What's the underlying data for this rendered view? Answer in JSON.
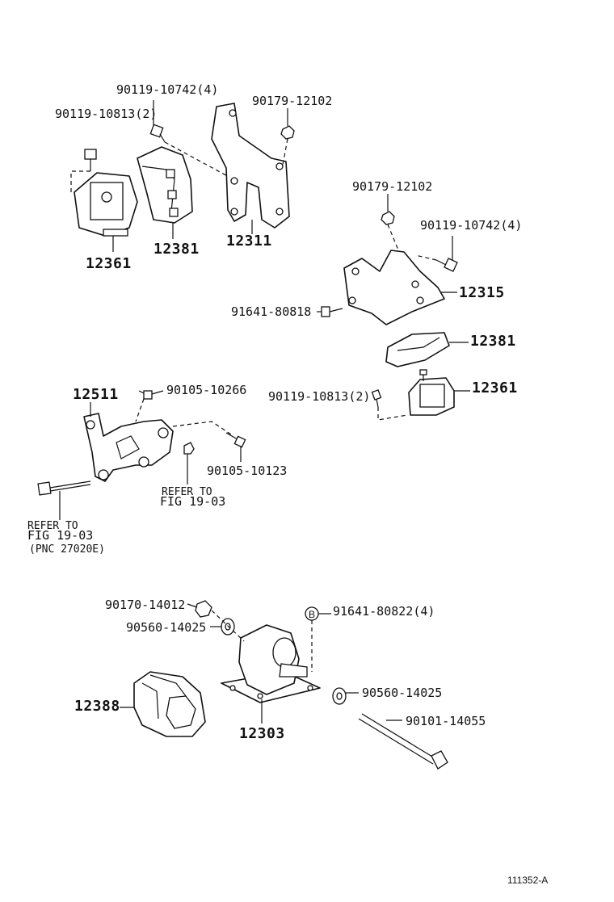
{
  "labels": {
    "l1": "90119-10742(4)",
    "l2": "90179-12102",
    "l3": "90119-10813(2)",
    "l4": "12361",
    "l5": "12381",
    "l6": "12311",
    "l7": "90179-12102",
    "l8": "90119-10742(4)",
    "l9": "91641-80818",
    "l10": "12315",
    "l11": "12381",
    "l12": "90119-10813(2)",
    "l13": "12361",
    "l14": "12511",
    "l15": "90105-10266",
    "l16": "90105-10123",
    "l17": "REFER TO",
    "l18": "FIG 19-03",
    "l19": "REFER TO",
    "l20": "FIG 19-03",
    "l21": "(PNC 27020E)",
    "l22": "90170-14012",
    "l23": "91641-80822(4)",
    "l24": "90560-14025",
    "l25": "12388",
    "l26": "12303",
    "l27": "90560-14025",
    "l28": "90101-14055",
    "circle_b": "B",
    "ref_id": "111352-A"
  }
}
